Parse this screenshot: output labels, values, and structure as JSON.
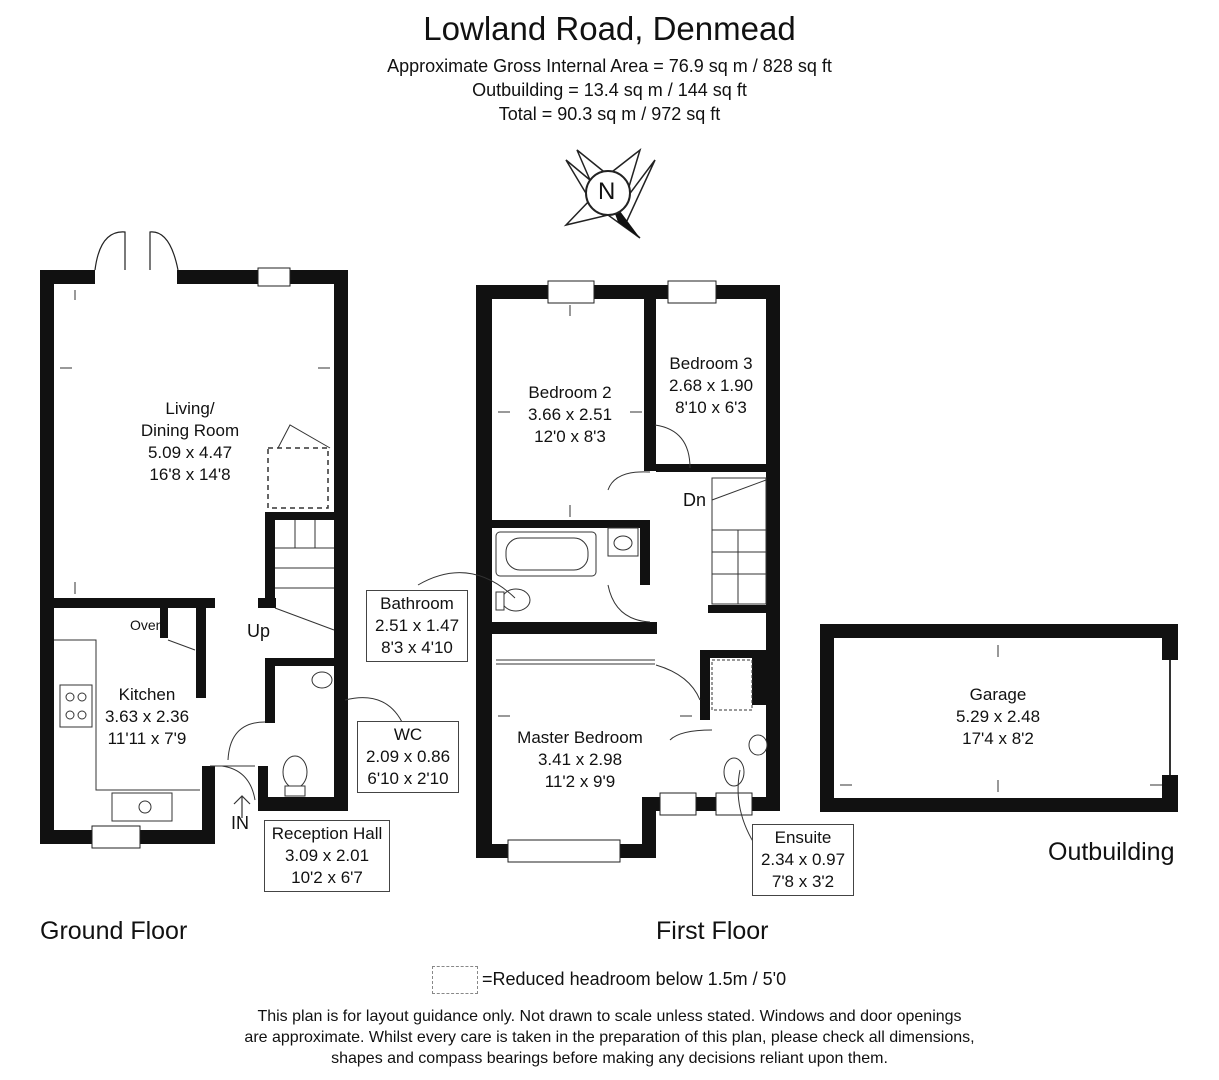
{
  "header": {
    "title": "Lowland Road, Denmead",
    "area_lines": [
      "Approximate Gross Internal Area = 76.9 sq m / 828 sq ft",
      "Outbuilding = 13.4 sq m / 144 sq ft",
      "Total = 90.3 sq m / 972 sq ft"
    ]
  },
  "compass": {
    "label": "N",
    "icon": "compass-icon"
  },
  "floors": {
    "ground": "Ground Floor",
    "first": "First Floor",
    "outbuilding": "Outbuilding"
  },
  "rooms": {
    "living": {
      "name1": "Living/",
      "name2": "Dining Room",
      "metric": "5.09 x 4.47",
      "imperial": "16'8 x 14'8"
    },
    "kitchen": {
      "name": "Kitchen",
      "metric": "3.63 x 2.36",
      "imperial": "11'11 x 7'9",
      "oven": "Oven"
    },
    "wc": {
      "name": "WC",
      "metric": "2.09 x 0.86",
      "imperial": "6'10 x 2'10"
    },
    "reception": {
      "name": "Reception Hall",
      "metric": "3.09 x 2.01",
      "imperial": "10'2 x 6'7"
    },
    "bedroom2": {
      "name": "Bedroom 2",
      "metric": "3.66 x 2.51",
      "imperial": "12'0 x 8'3"
    },
    "bedroom3": {
      "name": "Bedroom 3",
      "metric": "2.68 x 1.90",
      "imperial": "8'10 x 6'3"
    },
    "bathroom": {
      "name": "Bathroom",
      "metric": "2.51 x 1.47",
      "imperial": "8'3 x 4'10"
    },
    "master": {
      "name": "Master Bedroom",
      "metric": "3.41 x 2.98",
      "imperial": "11'2 x 9'9"
    },
    "ensuite": {
      "name": "Ensuite",
      "metric": "2.34 x 0.97",
      "imperial": "7'8 x 3'2"
    },
    "garage": {
      "name": "Garage",
      "metric": "5.29 x 2.48",
      "imperial": "17'4 x 8'2"
    }
  },
  "stairs": {
    "up": "Up",
    "down": "Dn",
    "entry": "IN"
  },
  "legend": {
    "text": "=Reduced headroom below 1.5m / 5'0"
  },
  "footer": {
    "lines": [
      "This plan is for layout guidance only. Not drawn to scale unless stated. Windows and door openings",
      "are approximate. Whilst every care is taken in the preparation of this plan, please check all dimensions,",
      "shapes and compass bearings before making any decisions reliant upon them."
    ]
  }
}
